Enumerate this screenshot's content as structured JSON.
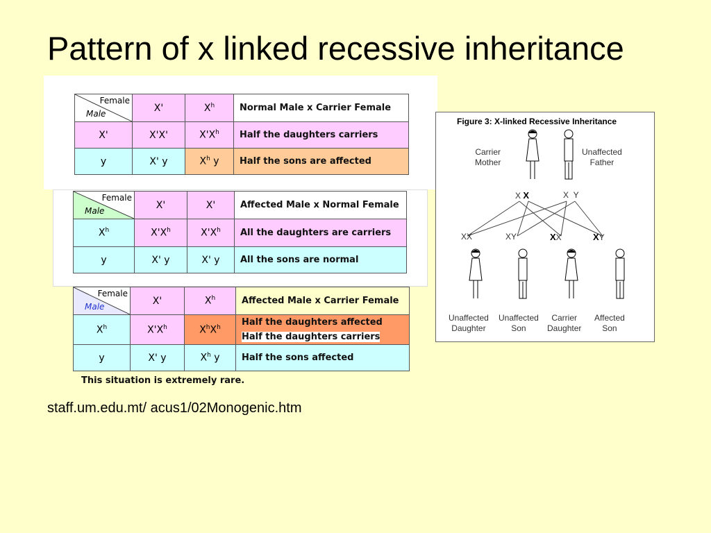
{
  "title": "Pattern of x linked recessive inheritance",
  "source": "staff.um.edu.mt/ acus1/02Monogenic.htm",
  "corner": {
    "female": "Female",
    "male": "Male"
  },
  "table1": {
    "top": [
      "X'",
      "Xh"
    ],
    "rows": [
      {
        "head": "X'",
        "c1": "X'X'",
        "c2": "X'Xh"
      },
      {
        "head": "y",
        "c1": "X' y",
        "c2": "Xh y"
      }
    ],
    "desc": [
      "Normal Male x Carrier Female",
      "Half the daughters carriers",
      "Half the sons are affected"
    ]
  },
  "table2": {
    "top": [
      "X'",
      "X'"
    ],
    "rows": [
      {
        "head": "Xh",
        "c1": "X'Xh",
        "c2": "X'Xh"
      },
      {
        "head": "y",
        "c1": "X' y",
        "c2": "X' y"
      }
    ],
    "desc": [
      "Affected Male x Normal Female",
      "All the daughters are carriers",
      "All the sons are normal"
    ]
  },
  "table3": {
    "top": [
      "X'",
      "Xh"
    ],
    "rows": [
      {
        "head": "Xh",
        "c1": "X'Xh",
        "c2": "XhXh"
      },
      {
        "head": "y",
        "c1": "X' y",
        "c2": "Xh y"
      }
    ],
    "desc": [
      "Affected Male x Carrier Female",
      "Half the daughters affected",
      "Half the daughters carriers",
      "Half the sons affected"
    ]
  },
  "note": "This situation is extremely rare.",
  "figure": {
    "title": "Figure 3:  X-linked Recessive Inheritance",
    "parents": [
      "Carrier\nMother",
      "Unaffected\nFather"
    ],
    "children": [
      "Unaffected\nDaughter",
      "Unaffected\nSon",
      "Carrier\nDaughter",
      "Affected\nSon"
    ]
  }
}
